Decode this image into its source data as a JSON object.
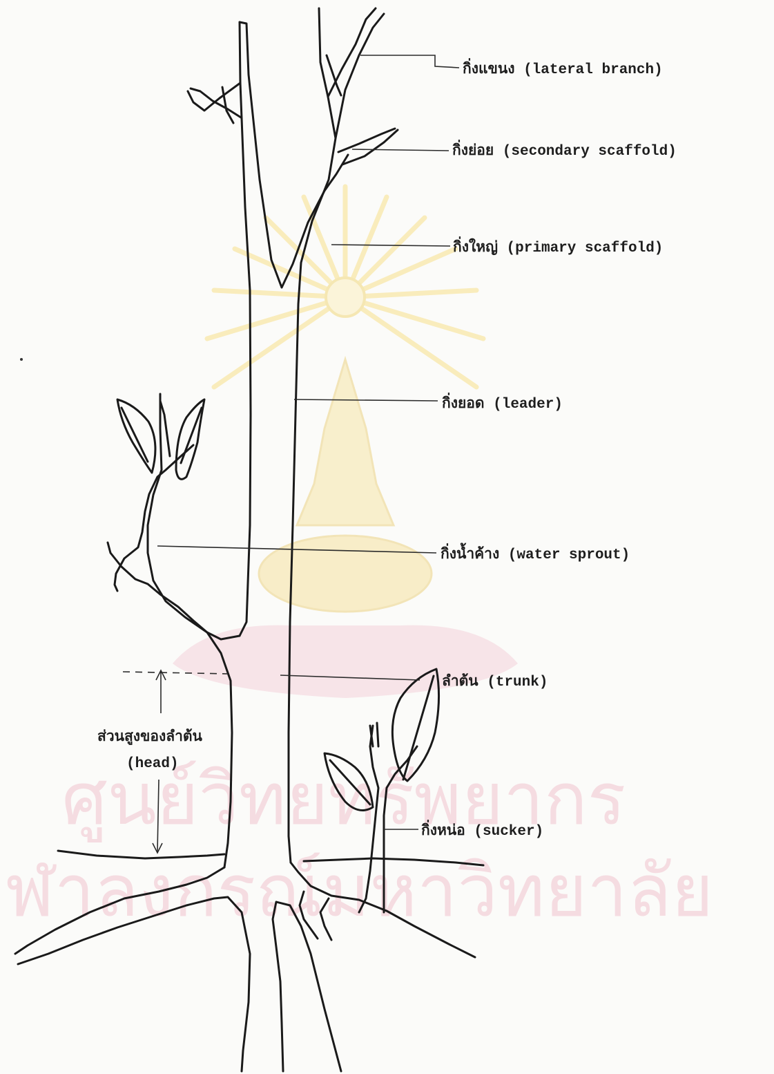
{
  "labels": {
    "lateral_branch": "กิ่งแขนง (lateral branch)",
    "secondary_scaffold": "กิ่งย่อย (secondary scaffold)",
    "primary_scaffold": "กิ่งใหญ่ (primary scaffold)",
    "leader": "กิ่งยอด (leader)",
    "water_sprout": "กิ่งน้ำค้าง (water sprout)",
    "trunk": "ลำต้น (trunk)",
    "head_thai": "ส่วนสูงของลำต้น",
    "head_en": "(head)",
    "sucker": "กิ่งหน่อ (sucker)"
  },
  "watermark": {
    "line1": "ศูนย์วิทยทรัพยากร",
    "line2": "จุฬาลงกรณ์มหาวิทยาลัย",
    "emblem_color": "#f7e08a",
    "text_color": "#f3d2da"
  },
  "colors": {
    "ink": "#1a1a1a",
    "paper": "#fbfbf9"
  }
}
